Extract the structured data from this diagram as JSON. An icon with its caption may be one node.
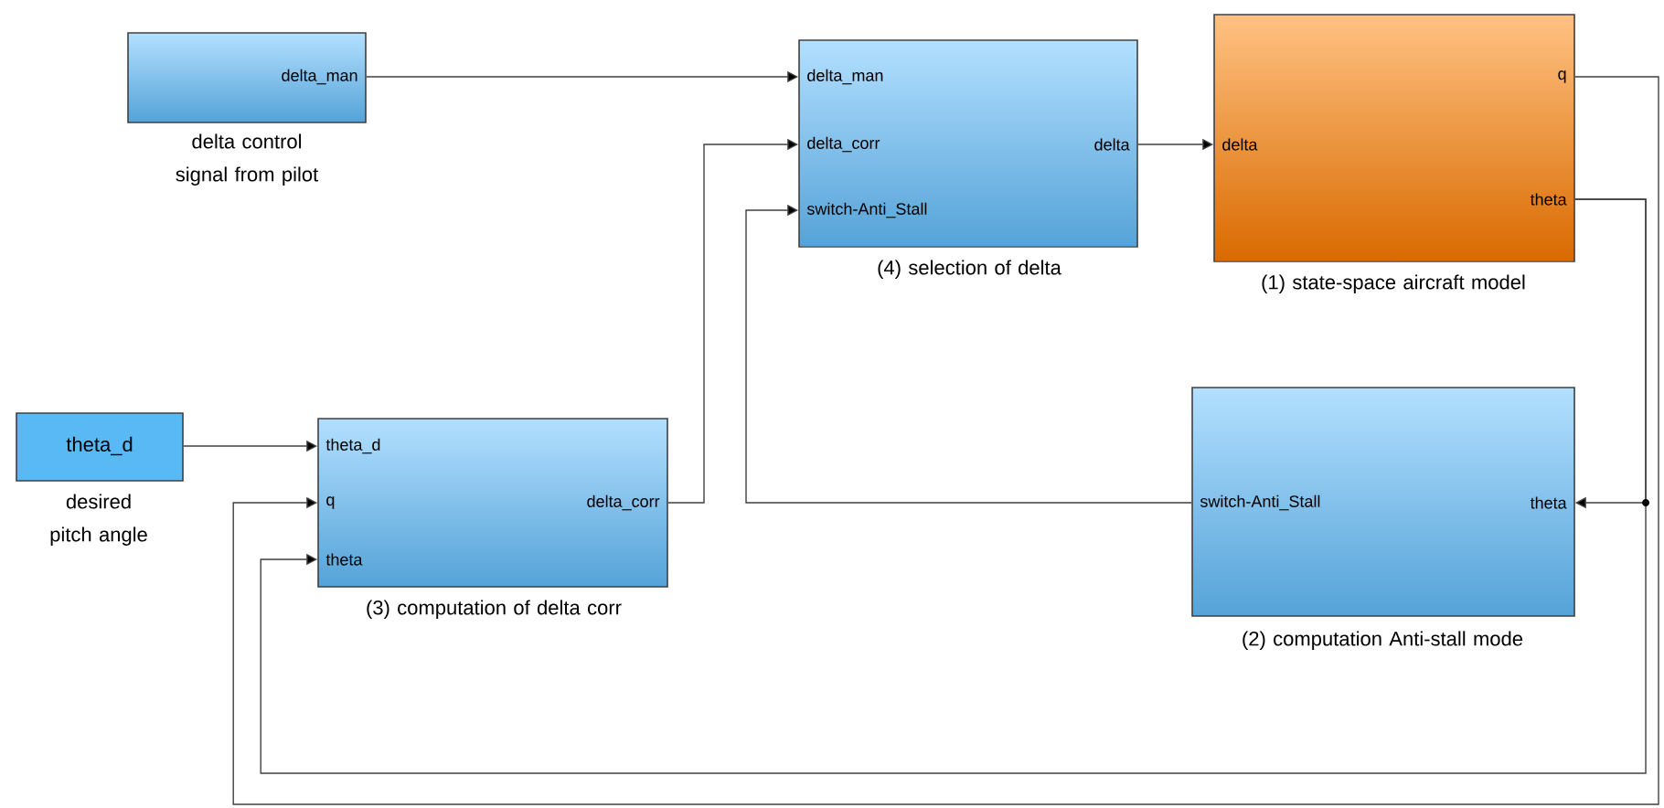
{
  "diagram": {
    "nodes": [
      {
        "text": [
          "delta_man"
        ],
        "beside": [
          "delta control signal from pilot"
        ]
      },
      {
        "text": [
          "delta_man",
          "delta_corr",
          "switch-Anti_Stall",
          "delta"
        ],
        "beside": [
          "(4) selection of delta"
        ]
      },
      {
        "text": [
          "delta",
          "q",
          "theta"
        ],
        "beside": [
          "(1) state-space aircraft model"
        ]
      },
      {
        "text": [
          "theta_d"
        ],
        "beside": [
          "desired pitch angle"
        ]
      },
      {
        "text": [
          "theta_d",
          "q",
          "theta",
          "delta_corr"
        ],
        "beside": [
          "(3) computation of delta corr"
        ]
      },
      {
        "text": [
          "switch-Anti_Stall",
          "theta"
        ],
        "beside": [
          "(2) computation Anti-stall mode"
        ]
      }
    ],
    "edges": [
      {
        "from": 0,
        "to": 1,
        "arrow": "to"
      },
      {
        "from": 4,
        "to": 1,
        "arrow": "to"
      },
      {
        "from": 5,
        "to": 1,
        "arrow": "to"
      },
      {
        "from": 1,
        "to": 2,
        "arrow": "to"
      },
      {
        "from": 2,
        "to": 4,
        "arrow": "to"
      },
      {
        "from": 2,
        "to": 5,
        "arrow": "to"
      },
      {
        "from": 2,
        "to": 4,
        "arrow": "to"
      },
      {
        "from": 3,
        "to": 4,
        "arrow": "to"
      }
    ]
  }
}
